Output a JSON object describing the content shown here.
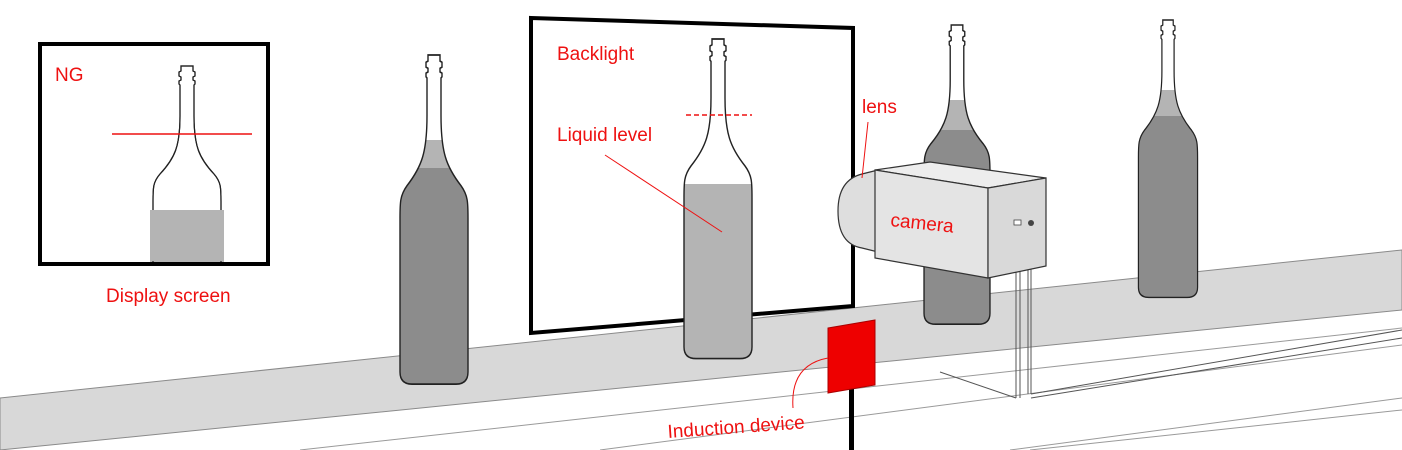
{
  "labels": {
    "display_status": "NG",
    "display_screen": "Display screen",
    "backlight": "Backlight",
    "liquid_level": "Liquid level",
    "lens": "lens",
    "camera": "camera",
    "induction_device": "Induction device"
  },
  "colors": {
    "label": "#ee1111",
    "liquid": "#b4b4b4",
    "bottle_fill": "#8c8c8c",
    "conveyor_top": "#d8d8d8",
    "sensor": "#ee0000",
    "frame": "#000000"
  }
}
